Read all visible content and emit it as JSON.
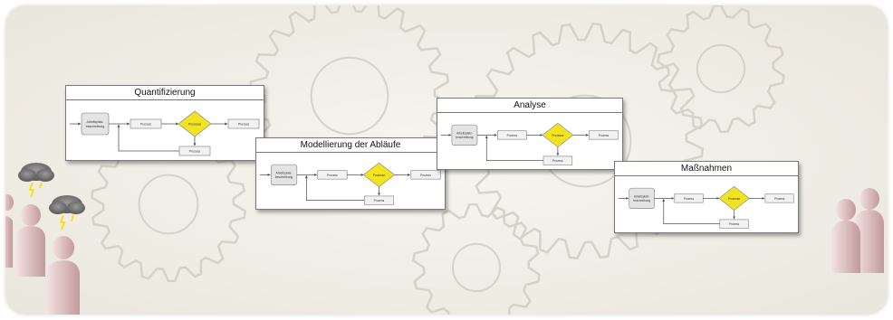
{
  "colors": {
    "gear_stroke": "#d6d2c8",
    "decision_fill": "#f2e320",
    "box_fill": "#e4e4e4",
    "figure_skin": "#dcc0c0"
  },
  "diagram": {
    "panels": [
      {
        "title": "Quantifizierung",
        "start_label_1": "Arbeitsplatz-",
        "start_label_2": "beschreibung",
        "step1": "Prozess",
        "decision": "Prozesse",
        "step2": "Prozess",
        "loop": "Prozess"
      },
      {
        "title": "Modellierung der Abläufe",
        "start_label_1": "Arbeitsplatz-",
        "start_label_2": "beschreibung",
        "step1": "Prozess",
        "decision": "Prozesse",
        "step2": "Prozess",
        "loop": "Prozess"
      },
      {
        "title": "Analyse",
        "start_label_1": "Arbeitsplatz-",
        "start_label_2": "beschreibung",
        "step1": "Prozess",
        "decision": "Prozesse",
        "step2": "Prozess",
        "loop": "Prozess"
      },
      {
        "title": "Maßnahmen",
        "start_label_1": "Arbeitsplatz-",
        "start_label_2": "beschreibung",
        "step1": "Prozess",
        "decision": "Prozesse",
        "step2": "Prozess",
        "loop": "Prozess"
      }
    ]
  },
  "icons": {
    "left": [
      "storm-cloud-icon",
      "worried-person-icon"
    ],
    "right": [
      "happy-people-icon"
    ]
  }
}
